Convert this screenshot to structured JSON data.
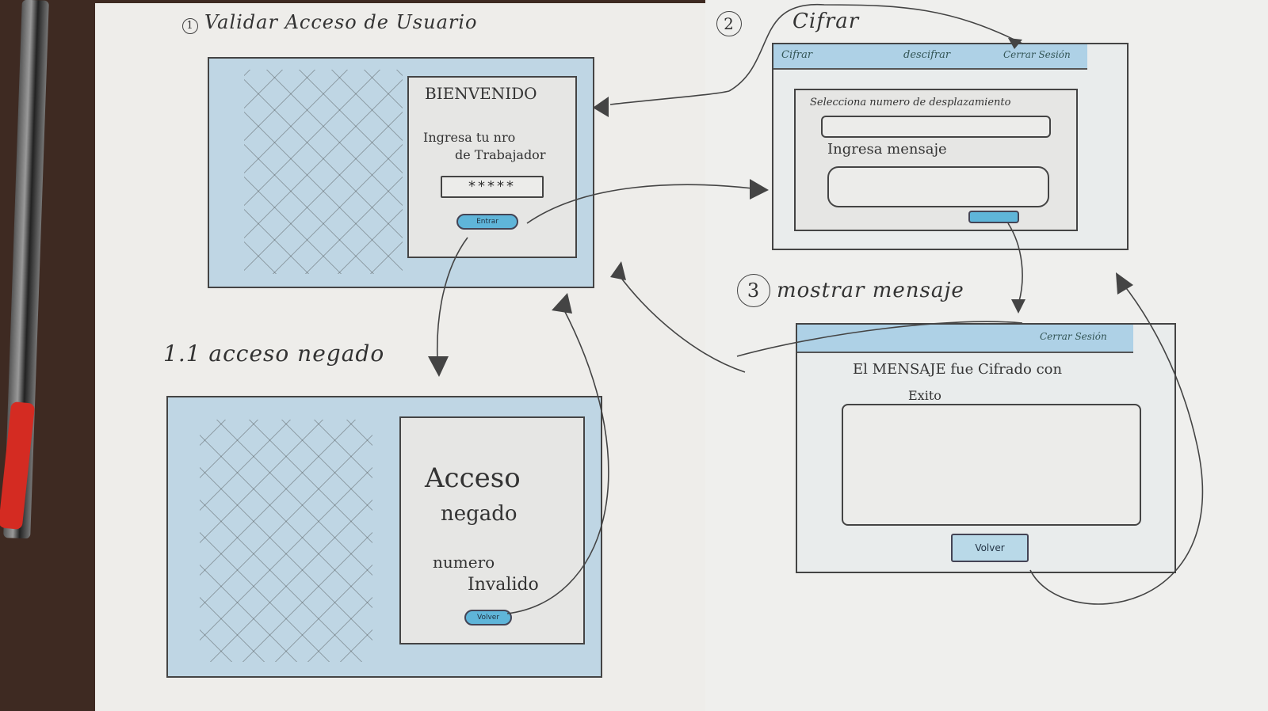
{
  "screens": {
    "s1": {
      "title": "Validar Acceso de Usuario",
      "number": "1",
      "heading": "BIENVENIDO",
      "prompt_line1": "Ingresa tu nro",
      "prompt_line2": "de Trabajador",
      "password_value": "*****",
      "button_label": "Entrar"
    },
    "s1_1": {
      "title": "1.1 acceso negado",
      "line1": "Acceso",
      "line2": "negado",
      "line3": "numero",
      "line4": "Invalido",
      "button_label": "Volver"
    },
    "s2": {
      "title": "Cifrar",
      "number": "2",
      "menu": [
        "Cifrar",
        "descifrar",
        "Cerrar Sesión"
      ],
      "field1_label": "Selecciona numero de desplazamiento",
      "field2_label": "Ingresa mensaje"
    },
    "s3": {
      "title": "mostrar mensaje",
      "number": "3",
      "menu_right": "Cerrar Sesión",
      "message_line1": "El MENSAJE fue Cifrado con",
      "message_line2": "Exito",
      "button_label": "Volver"
    }
  },
  "colors": {
    "accent_blue": "#5fb5d9",
    "panel_blue": "#bfd6e4",
    "menu_blue": "#aed1e6",
    "ink": "#333333"
  }
}
